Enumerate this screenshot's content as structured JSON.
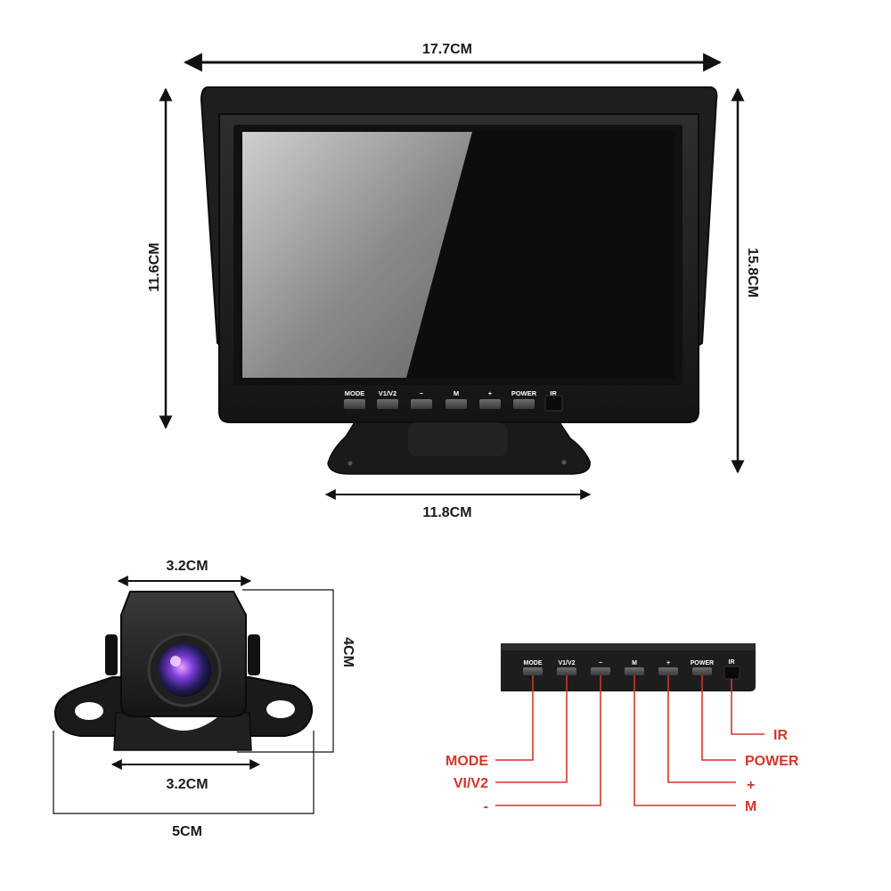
{
  "dimensions": {
    "monitor_width": "17.7CM",
    "monitor_screen_height": "11.6CM",
    "monitor_total_height": "15.8CM",
    "stand_width": "11.8CM",
    "camera_top_width": "3.2CM",
    "camera_height": "4CM",
    "camera_bottom_width": "3.2CM",
    "camera_bracket_width": "5CM"
  },
  "monitor_buttons": {
    "mode": "MODE",
    "v1v2": "V1/V2",
    "minus": "−",
    "m": "M",
    "plus": "+",
    "power": "POWER",
    "ir": "IR"
  },
  "callouts": {
    "mode": "MODE",
    "v1v2": "VI/V2",
    "minus": "-",
    "ir": "IR",
    "power": "POWER",
    "plus": "+",
    "m": "M"
  },
  "colors": {
    "callout": "#d2362b",
    "monitor_body": "#1c1c1c",
    "button": "#555555",
    "arrow": "#111111"
  }
}
